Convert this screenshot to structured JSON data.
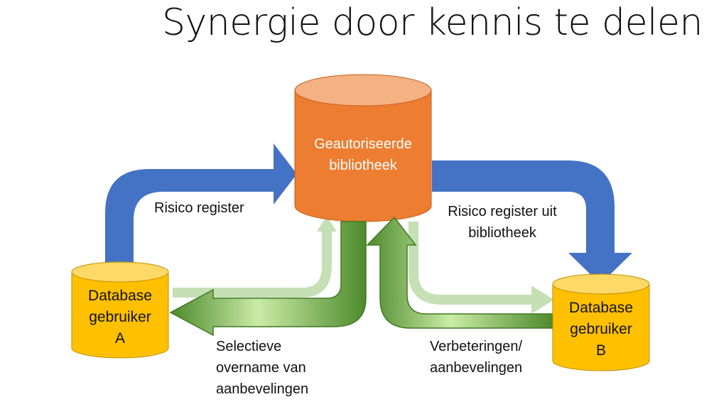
{
  "title": "Synergie door kennis te delen",
  "library": {
    "line1": "Geautoriseerde",
    "line2": "bibliotheek"
  },
  "database_a": {
    "line1": "Database",
    "line2": "gebruiker",
    "line3": "A"
  },
  "database_b": {
    "line1": "Database",
    "line2": "gebruiker",
    "line3": "B"
  },
  "labels": {
    "risk_register": "Risico register",
    "risk_register_from_library": {
      "line1": "Risico register uit",
      "line2": "bibliotheek"
    },
    "selective_adoption": {
      "line1": "Selectieve",
      "line2": "overname van",
      "line3": "aanbevelingen"
    },
    "improvements": {
      "line1": "Verbeteringen/",
      "line2": "aanbevelingen"
    }
  },
  "colors": {
    "library_body": "#ED7D31",
    "library_top": "#F4B183",
    "database_body": "#FFC000",
    "database_top": "#FFD966",
    "blue_arrow": "#4472C4",
    "green_arrow": "#70AD47",
    "light_green_arrow": "#C5E0B4"
  }
}
